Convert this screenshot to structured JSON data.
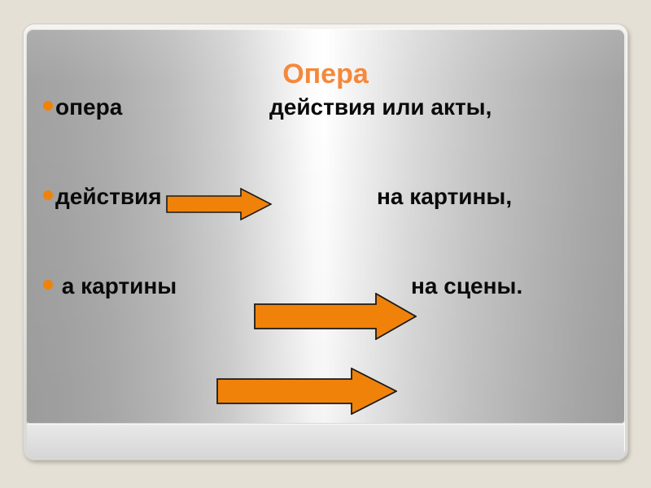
{
  "slide": {
    "title": "Опера",
    "title_color": "#f5883b",
    "background_color": "#e5e0d5",
    "panel_gradient": "metallic horizontal gray-to-white-to-gray",
    "arrow_color": "#f0820a",
    "arrow_outline_color": "#1a1a1a",
    "bullet_color": "#f0820a",
    "text_color": "#0a0a0a"
  },
  "bullets": [
    {
      "bullet_icon": "orange-dot-bullet",
      "label": "опера",
      "arrow_icon": "right-block-arrow",
      "tail": "действия или акты,"
    },
    {
      "bullet_icon": "orange-dot-bullet",
      "label": "действия",
      "arrow_icon": "right-block-arrow",
      "tail": "на картины,"
    },
    {
      "bullet_icon": "orange-dot-bullet",
      "label": " а картины",
      "arrow_icon": "right-block-arrow",
      "tail": "на сцены."
    }
  ]
}
